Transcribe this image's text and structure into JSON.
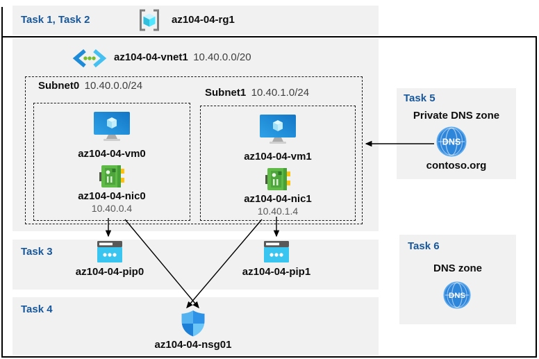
{
  "diagram": {
    "header": {
      "tasks_label": "Task 1, Task 2",
      "resource_group_name": "az104-04-rg1"
    },
    "vnet": {
      "name": "az104-04-vnet1",
      "cidr": "10.40.0.0/20",
      "subnets": [
        {
          "name": "Subnet0",
          "cidr": "10.40.0.0/24",
          "vm_name": "az104-04-vm0",
          "nic_name": "az104-04-nic0",
          "nic_ip": "10.40.0.4"
        },
        {
          "name": "Subnet1",
          "cidr": "10.40.1.0/24",
          "vm_name": "az104-04-vm1",
          "nic_name": "az104-04-nic1",
          "nic_ip": "10.40.1.4"
        }
      ]
    },
    "task3": {
      "label": "Task 3",
      "pip0_name": "az104-04-pip0",
      "pip1_name": "az104-04-pip1"
    },
    "task4": {
      "label": "Task 4",
      "nsg_name": "az104-04-nsg01"
    },
    "task5": {
      "label": "Task 5",
      "title": "Private DNS zone",
      "zone_name": "contoso.org"
    },
    "task6": {
      "label": "Task 6",
      "title": "DNS zone"
    },
    "dns_icon_text": "DNS",
    "colors": {
      "task_label_blue": "#17579B",
      "panel_gray": "#F1F1F1",
      "line_black": "#000000"
    }
  }
}
